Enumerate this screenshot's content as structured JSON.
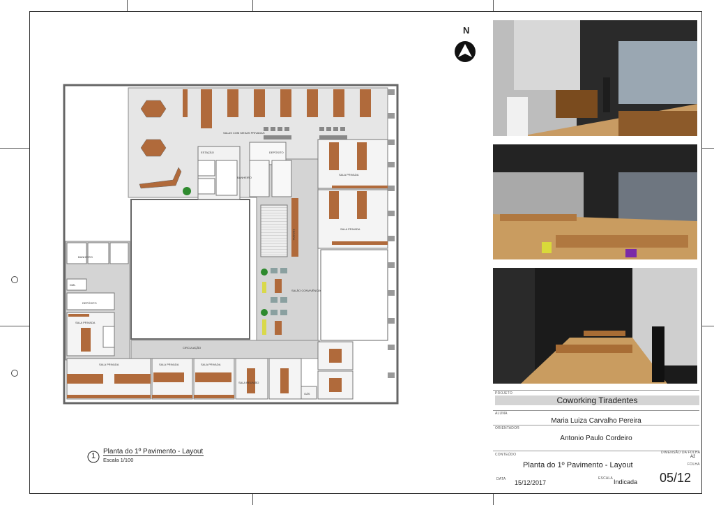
{
  "north": {
    "label": "N"
  },
  "plan": {
    "title_number": "1",
    "title": "Planta do 1º Pavimento - Layout",
    "scale": "Escala 1/100"
  },
  "rooms": {
    "sala_reuniao": "SALAS COM MESAS PRIVADAS",
    "estacao": "ESTAÇÃO",
    "banheiro_1": "BANHEIRO",
    "banheiro_2": "BANHEIRO",
    "deposito_1": "DEPÓSITO",
    "deposito_2": "DEPÓSITO",
    "sala_privada_1": "SALA PRIVADA",
    "sala_privada_2": "SALA PRIVADA",
    "sala_privada_3": "SALA PRIVADA",
    "sala_privada_4": "SALA PRIVADA",
    "sala_privada_5": "SALA PRIVADA",
    "sala_privada_6": "SALA PRIVADA",
    "salao": "SALÃO CONVIVÊNCIA",
    "circulacao": "CIRCULAÇÃO",
    "escada": "ESCADA",
    "gas": "GÁS",
    "dml": "DML",
    "salas_reuniao": "SALA REUNIÃO"
  },
  "renders": [
    {
      "name": "render-1"
    },
    {
      "name": "render-2"
    },
    {
      "name": "render-3"
    }
  ],
  "title_block": {
    "projeto_label": "PROJETO",
    "projeto": "Coworking Tiradentes",
    "aluna_label": "ALUNA",
    "aluna": "Maria Luiza Carvalho Pereira",
    "orientador_label": "ORIENTADOR",
    "orientador": "Antonio Paulo Cordeiro",
    "conteudo_label": "CONTEÚDO",
    "conteudo": "Planta do 1º Pavimento - Layout",
    "dimensao_label": "DIMENSÃO DA FOLHA",
    "dimensao": "A2",
    "folha_label": "FOLHA",
    "folha": "05/12",
    "data_label": "DATA",
    "data": "15/12/2017",
    "escala_label": "ESCALA",
    "escala": "Indicada"
  }
}
